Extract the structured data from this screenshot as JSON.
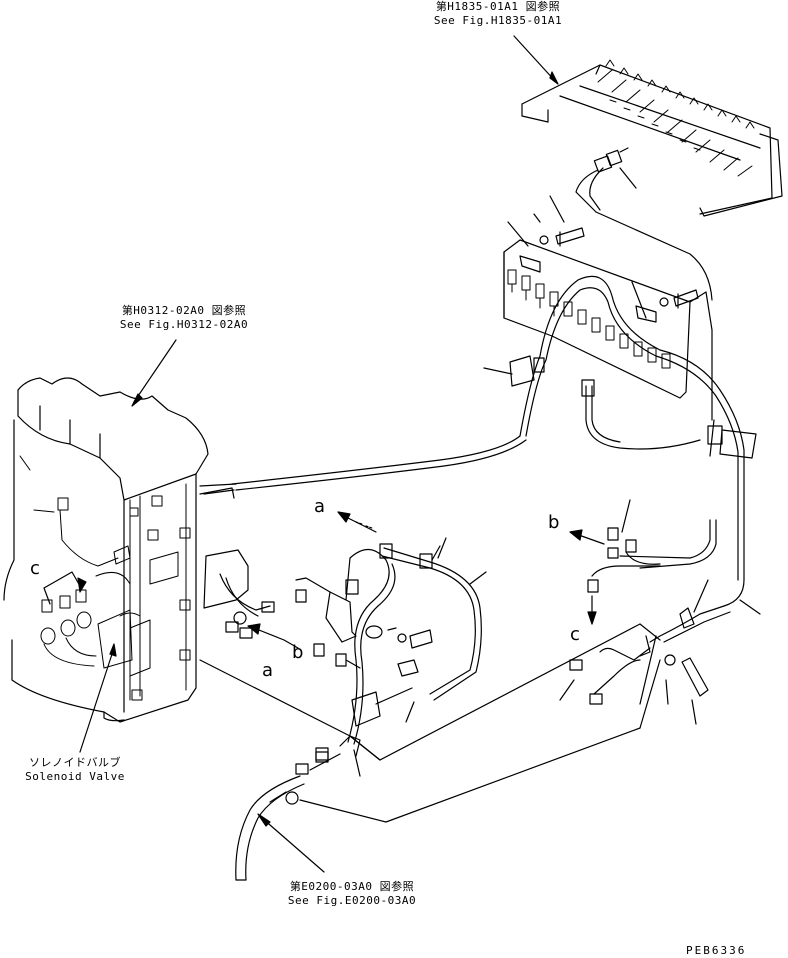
{
  "references": {
    "h1835": {
      "jp": "第H1835-01A1 図参照",
      "en": "See Fig.H1835-01A1"
    },
    "h0312": {
      "jp": "第H0312-02A0 図参照",
      "en": "See Fig.H0312-02A0"
    },
    "e0200": {
      "jp": "第E0200-03A0 図参照",
      "en": "See Fig.E0200-03A0"
    }
  },
  "solenoid": {
    "jp": "ソレノイドバルブ",
    "en": "Solenoid Valve"
  },
  "connection_labels": {
    "a1": "a",
    "a2": "a",
    "b1": "b",
    "b2": "b",
    "c1": "c",
    "c2": "c"
  },
  "drawing_code": "PEB6336"
}
